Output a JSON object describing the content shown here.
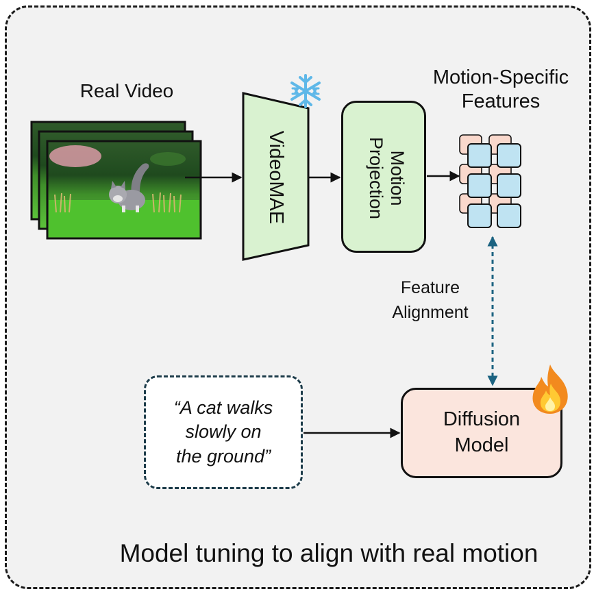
{
  "input_label": "Real Video",
  "encoder_label": "VideoMAE",
  "projection_label": "Motion Projection",
  "projection_lines": [
    "Motion",
    "Projection"
  ],
  "features_lines": [
    "Motion-Specific",
    "Features"
  ],
  "alignment_lines": [
    "Feature",
    "Alignment"
  ],
  "prompt_lines": [
    "“A cat walks",
    "slowly on",
    "the ground”"
  ],
  "diffusion_lines": [
    "Diffusion",
    "Model"
  ],
  "caption": "Model tuning to align with real motion",
  "icons": {
    "frozen": "snowflake-icon",
    "trainable": "fire-icon"
  },
  "colors": {
    "encoder_fill": "#d9f2d0",
    "projection_fill": "#d9f2d0",
    "diffusion_fill": "#fbe5dd",
    "feature_front": "#bfe3f2",
    "feature_back": "#f9d8cc",
    "alignment_arrow": "#1c6381",
    "snowflake": "#5fb8e8"
  }
}
